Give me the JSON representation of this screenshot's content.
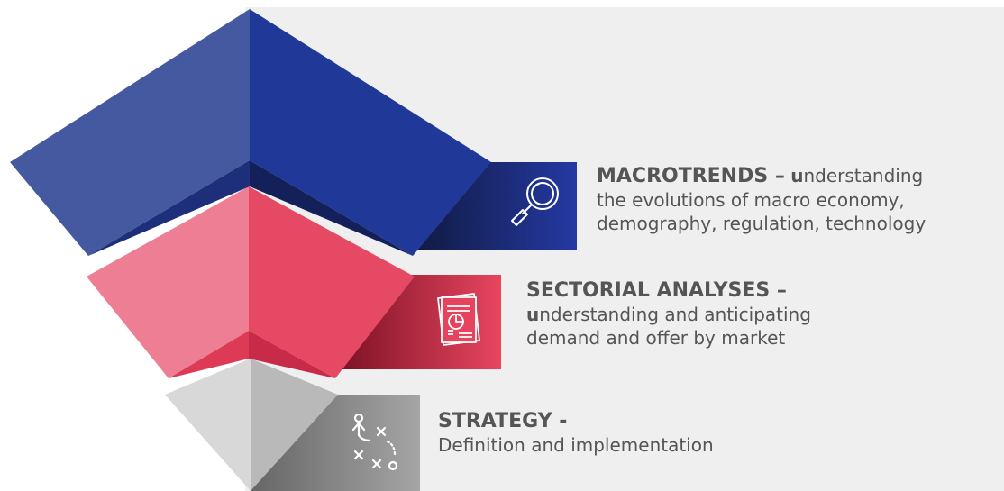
{
  "levels": [
    {
      "id": "macrotrends",
      "heading": "MACROTRENDS –",
      "lead_letter": "u",
      "line1_rest": "nderstanding",
      "line2": "the evolutions of macro economy,",
      "line3": "demography, regulation, technology",
      "icon": "magnifier-icon",
      "color": "#1f3699"
    },
    {
      "id": "sectorial",
      "heading": "SECTORIAL ANALYSES –",
      "lead_letter": "u",
      "line1_rest": "nderstanding and anticipating",
      "line2": "demand and offer by market",
      "icon": "report-document-icon",
      "color": "#e63c5a"
    },
    {
      "id": "strategy",
      "heading": "STRATEGY -",
      "line1": "Definition and implementation",
      "icon": "strategy-play-icon",
      "color": "#9a9a9a"
    }
  ]
}
